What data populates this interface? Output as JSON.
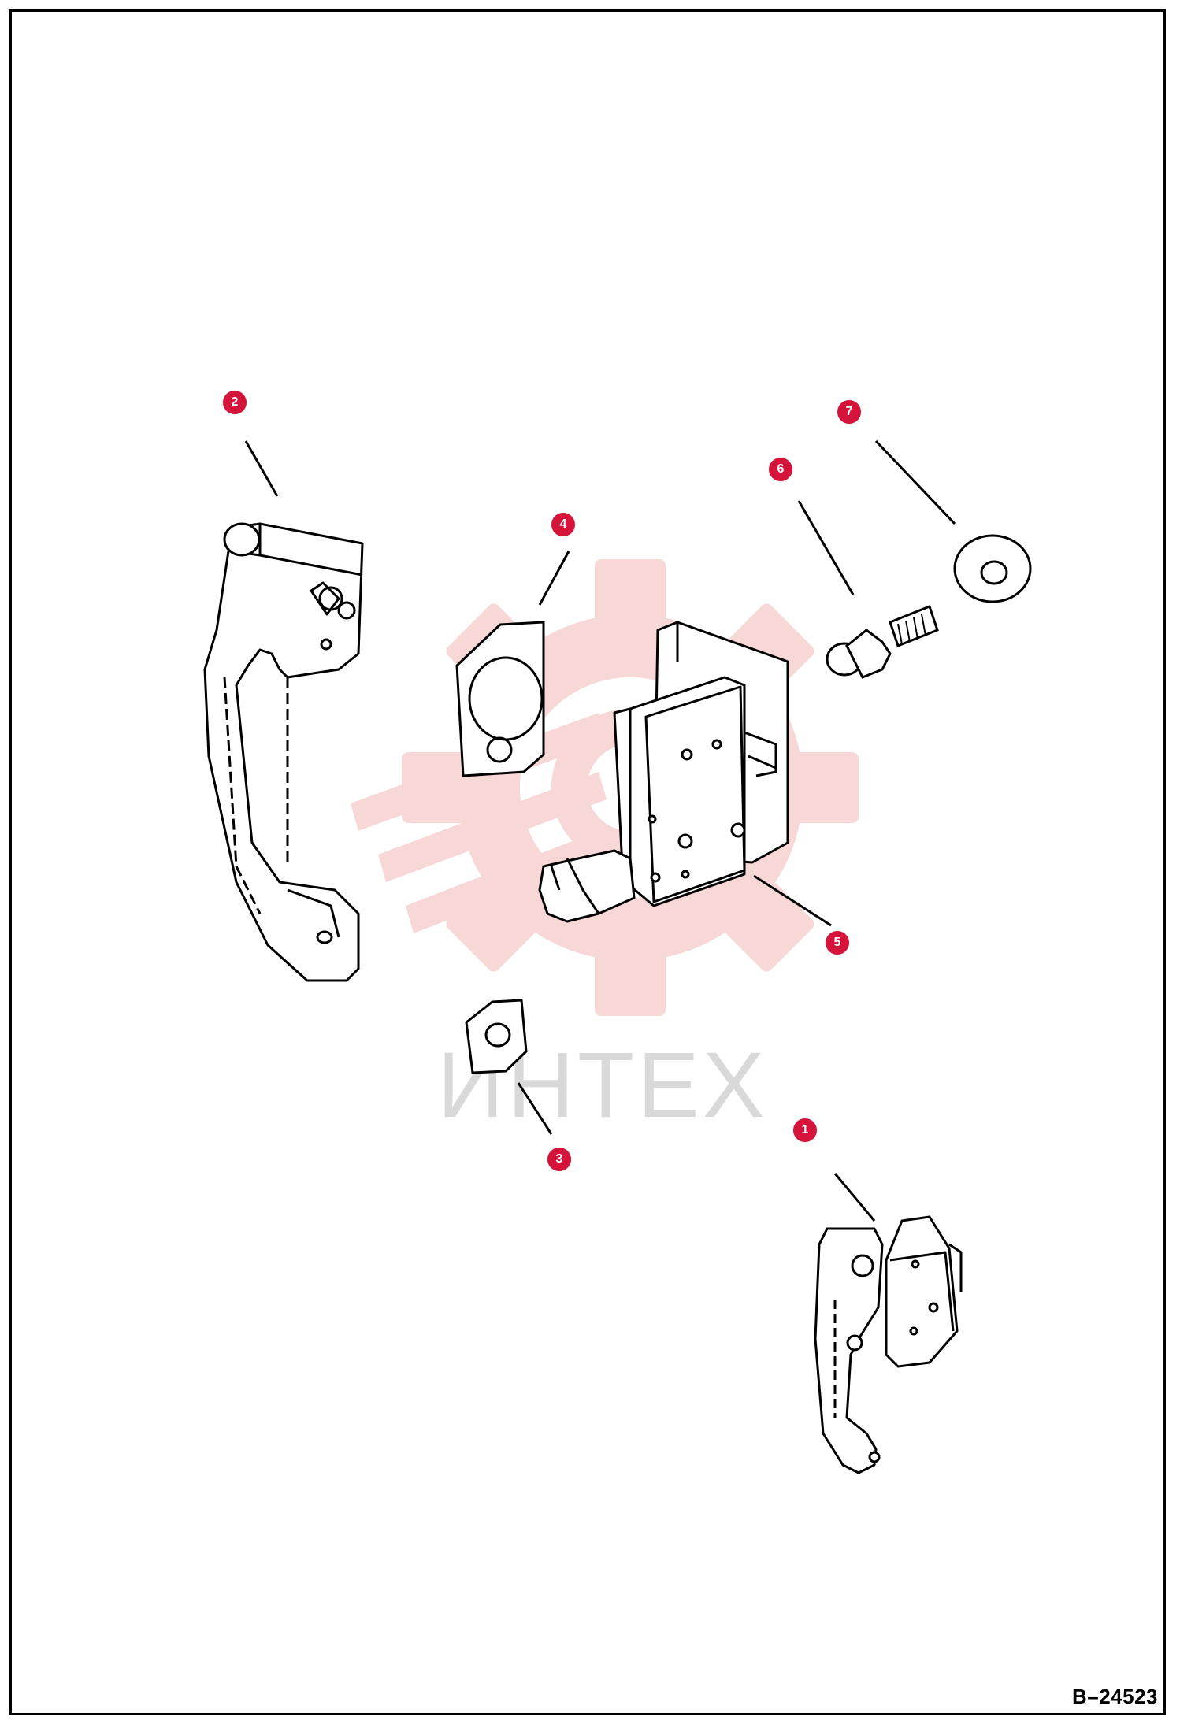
{
  "drawing": {
    "reference_code": "B–24523",
    "watermark_text": "ИНТЕХ"
  },
  "colors": {
    "callout_fill": "#d4143a",
    "watermark_red": "#f4b8b8",
    "watermark_text": "#d9d9d9",
    "line": "#000000"
  },
  "callouts": [
    {
      "id": "1",
      "label": "1",
      "part": "door-latch-assembly"
    },
    {
      "id": "2",
      "label": "2",
      "part": "door-handle"
    },
    {
      "id": "3",
      "label": "3",
      "part": "small-spacer-plate"
    },
    {
      "id": "4",
      "label": "4",
      "part": "mounting-gasket"
    },
    {
      "id": "5",
      "label": "5",
      "part": "latch-mechanism"
    },
    {
      "id": "6",
      "label": "6",
      "part": "striker-bolt"
    },
    {
      "id": "7",
      "label": "7",
      "part": "washer"
    }
  ]
}
